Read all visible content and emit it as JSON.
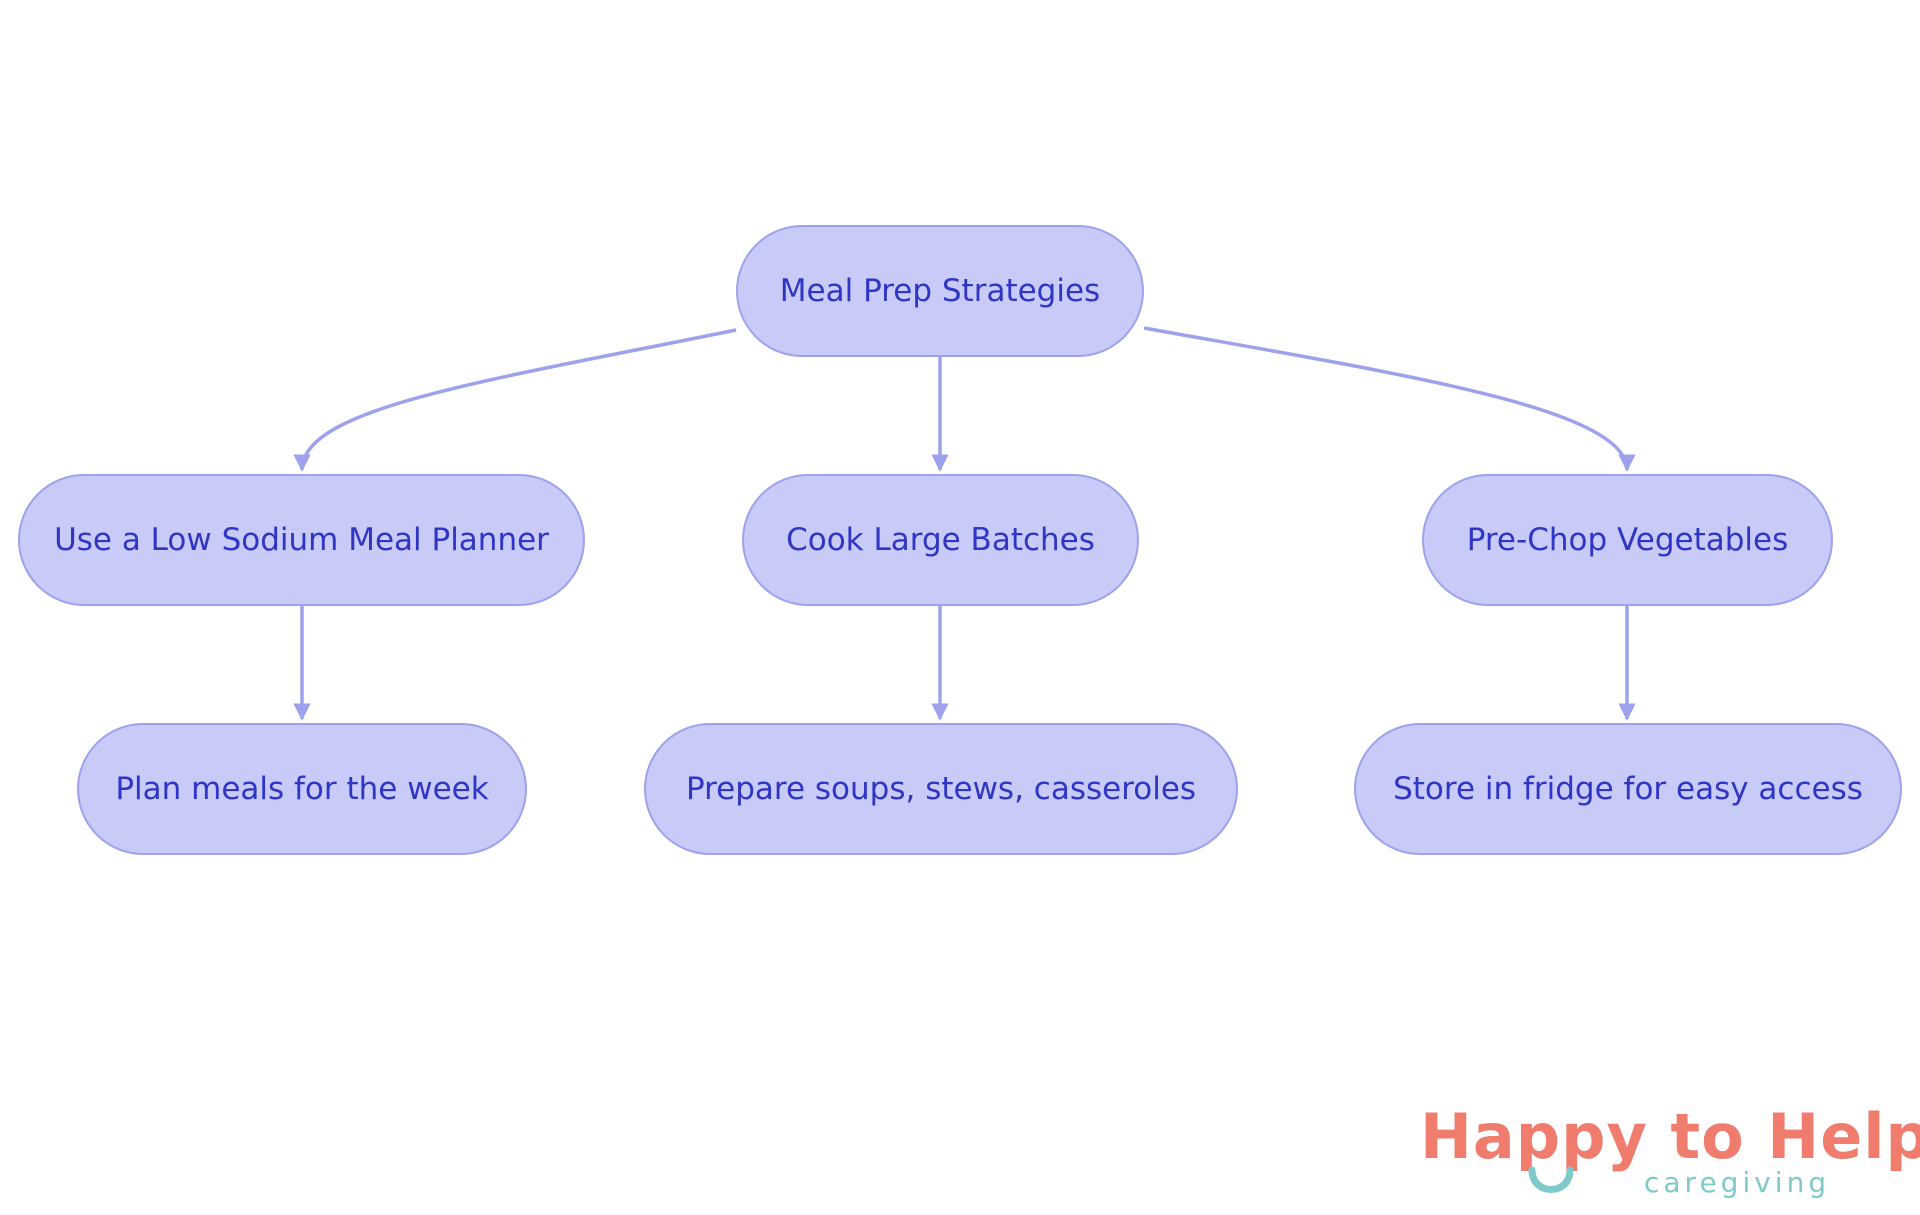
{
  "colors": {
    "node_fill": "#c8caf8",
    "node_border": "#9ea2ec",
    "node_text": "#2f35c4",
    "edge": "#9ea2ec",
    "logo_primary": "#f07c6d",
    "logo_secondary": "#7ecaca"
  },
  "nodes": {
    "root": "Meal Prep Strategies",
    "low_sodium": "Use a Low Sodium Meal Planner",
    "cook_batches": "Cook Large Batches",
    "pre_chop": "Pre-Chop Vegetables",
    "plan_meals": "Plan meals for the week",
    "prepare_soups": "Prepare soups, stews, casseroles",
    "store_fridge": "Store in fridge for easy access"
  },
  "edges": [
    {
      "from": "root",
      "to": "low_sodium"
    },
    {
      "from": "root",
      "to": "cook_batches"
    },
    {
      "from": "root",
      "to": "pre_chop"
    },
    {
      "from": "low_sodium",
      "to": "plan_meals"
    },
    {
      "from": "cook_batches",
      "to": "prepare_soups"
    },
    {
      "from": "pre_chop",
      "to": "store_fridge"
    }
  ],
  "logo": {
    "main": "Happy to Help",
    "sub": "caregiving",
    "icon": "smile-icon"
  }
}
